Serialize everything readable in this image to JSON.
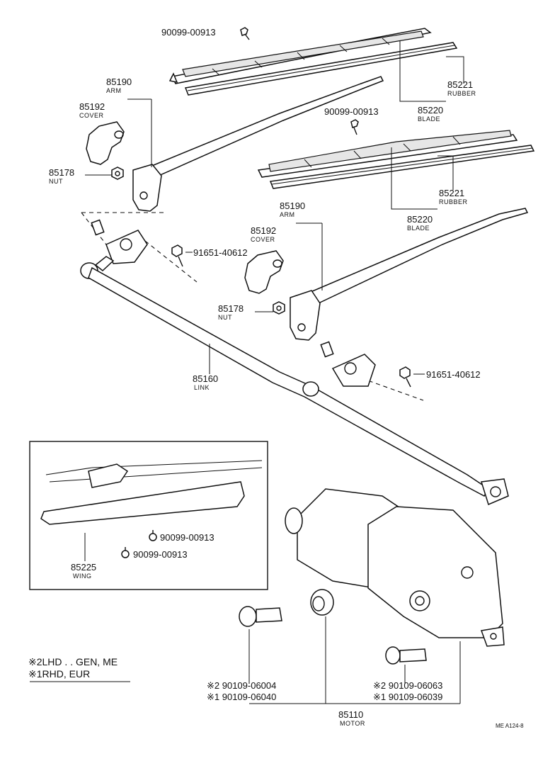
{
  "labels": {
    "bolt_top": "90099-00913",
    "rubber_1_pn": "85221",
    "rubber_1_nm": "RUBBER",
    "blade_1_pn": "85220",
    "blade_1_nm": "BLADE",
    "arm_1_pn": "85190",
    "arm_1_nm": "ARM",
    "cover_1_pn": "85192",
    "cover_1_nm": "COVER",
    "nut_1_pn": "85178",
    "nut_1_nm": "NUT",
    "bolt_mid": "90099-00913",
    "rubber_2_pn": "85221",
    "rubber_2_nm": "RUBBER",
    "blade_2_pn": "85220",
    "blade_2_nm": "BLADE",
    "arm_2_pn": "85190",
    "arm_2_nm": "ARM",
    "cover_2_pn": "85192",
    "cover_2_nm": "COVER",
    "nut_2_pn": "85178",
    "nut_2_nm": "NUT",
    "bolt_pivot_1": "91651-40612",
    "bolt_pivot_2": "91651-40612",
    "link_pn": "85160",
    "link_nm": "LINK",
    "wing_bolt_1": "90099-00913",
    "wing_bolt_2": "90099-00913",
    "wing_pn": "85225",
    "wing_nm": "WING",
    "legend_1": "※2LHD . . GEN, ME",
    "legend_2": "※1RHD, EUR",
    "motor_bolt_l1": "※2 90109-06004",
    "motor_bolt_l2": "※1 90109-06040",
    "motor_bolt_r1": "※2 90109-06063",
    "motor_bolt_r2": "※1 90109-06039",
    "motor_pn": "85110",
    "motor_nm": "MOTOR",
    "ref_code": "ME A124-8"
  }
}
